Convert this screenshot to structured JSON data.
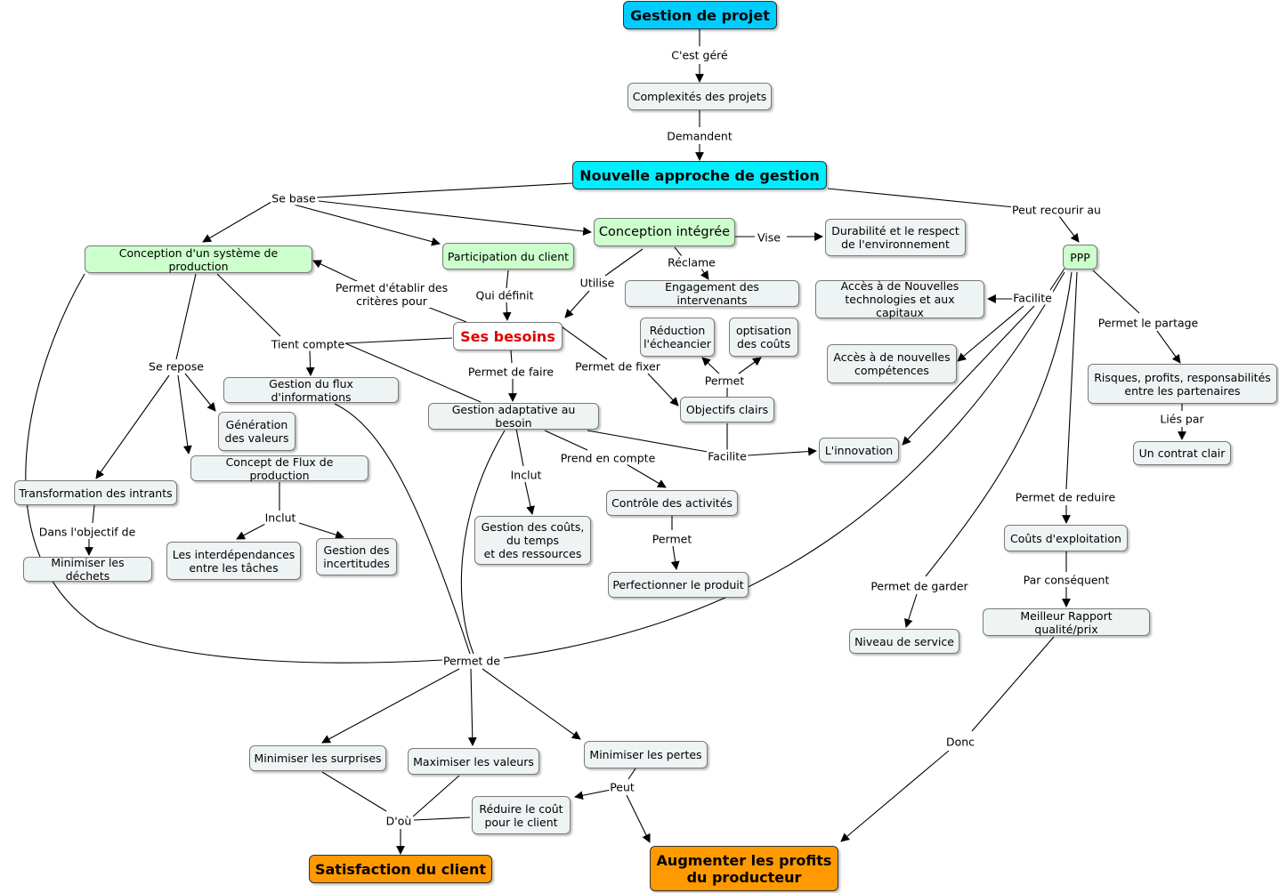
{
  "nodes": {
    "gestion_projet": "Gestion de projet",
    "complexites": "Complexités des projets",
    "nouvelle_approche": "Nouvelle approche de gestion",
    "conception_production": "Conception d'un système de production",
    "participation_client": "Participation du client",
    "conception_integree": "Conception intégrée",
    "durabilite": "Durabilité et le respect\nde l'environnement",
    "ppp": "PPP",
    "engagement": "Engagement des intervenants",
    "ses_besoins": "Ses besoins",
    "reduction": "Réduction\nl'écheancier",
    "optisation": "optisation\ndes coûts",
    "acces_tech": "Accès à de Nouvelles\ntechnologies et aux capitaux",
    "acces_comp": "Accès à de nouvelles\ncompétences",
    "risques": "Risques, profits, responsabilités\nentre les partenaires",
    "contrat": "Un contrat clair",
    "gestion_flux": "Gestion du flux d'informations",
    "generation": "Génération\ndes valeurs",
    "gestion_adaptative": "Gestion adaptative au besoin",
    "objectifs": "Objectifs clairs",
    "innovation": "L'innovation",
    "concept_flux": "Concept de Flux de production",
    "transformation": "Transformation des intrants",
    "minimiser_dechets": "Minimiser les déchets",
    "interdependances": "Les interdépendances\nentre les tâches",
    "incertitudes": "Gestion des\nincertitudes",
    "gestion_couts": "Gestion des coûts,\ndu temps\net des ressources",
    "controle": "Contrôle des activités",
    "perfectionner": "Perfectionner le produit",
    "couts_exploitation": "Coûts d'exploitation",
    "niveau_service": "Niveau de service",
    "meilleur_rapport": "Meilleur Rapport qualité/prix",
    "minimiser_surprises": "Minimiser les surprises",
    "maximiser_valeurs": "Maximiser les valeurs",
    "minimiser_pertes": "Minimiser les pertes",
    "reduire_cout": "Réduire le coût\npour le client",
    "satisfaction": "Satisfaction du client",
    "augmenter_profits": "Augmenter les profits\ndu producteur"
  },
  "links": {
    "cest_gere": "C'est  géré",
    "demandent": "Demandent",
    "se_base": "Se base",
    "peut_recourir": "Peut recourir au",
    "vise": "Vise",
    "reclame": "Réclame",
    "utilise": "Utilise",
    "qui_definit": "Qui définit",
    "permet_etablir": "Permet d'établir des\ncritères pour",
    "facilite_ppp": "Facilite",
    "permet_partage": "Permet le partage",
    "lies_par": "Liés par",
    "tient_compte": "Tient compte",
    "se_repose": "Se repose",
    "permet_faire": "Permet de faire",
    "permet_fixer": "Permet de fixer",
    "permet_obj": "Permet",
    "facilite_innov": "Facilite",
    "prend_compte": "Prend en compte",
    "inclut_couts": "Inclut",
    "inclut_flux": "Inclut",
    "dans_objectif": "Dans l'objectif de",
    "permet_controle": "Permet",
    "permet_reduire": "Permet de reduire",
    "par_consequent": "Par conséquent",
    "permet_garder": "Permet de garder",
    "permet_de": "Permet de",
    "donc": "Donc",
    "peut": "Peut",
    "dou": "D'où"
  },
  "colors": {
    "node_default": "#eef3f4",
    "node_green": "#ccffcc",
    "root_blue": "#00ccff",
    "approach_cyan": "#00eeff",
    "goal_orange": "#ff9900",
    "needs_red": "#e00000"
  }
}
